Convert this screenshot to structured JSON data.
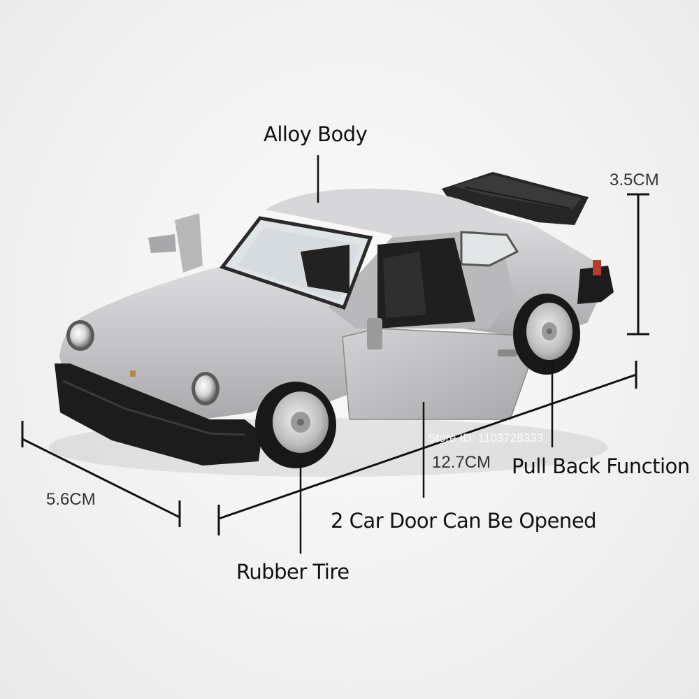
{
  "callouts": {
    "alloy_body": "Alloy Body",
    "pull_back": "Pull Back Function",
    "doors": "2 Car Door Can Be Opened",
    "rubber_tire": "Rubber Tire"
  },
  "dimensions": {
    "height": "3.5CM",
    "length": "12.7CM",
    "width": "5.6CM"
  },
  "watermark": "Store ID: 1103728333",
  "colors": {
    "car_body": "#c9c9cb",
    "trim": "#1c1c1c",
    "line": "#111111",
    "background": "#f4f4f4"
  }
}
